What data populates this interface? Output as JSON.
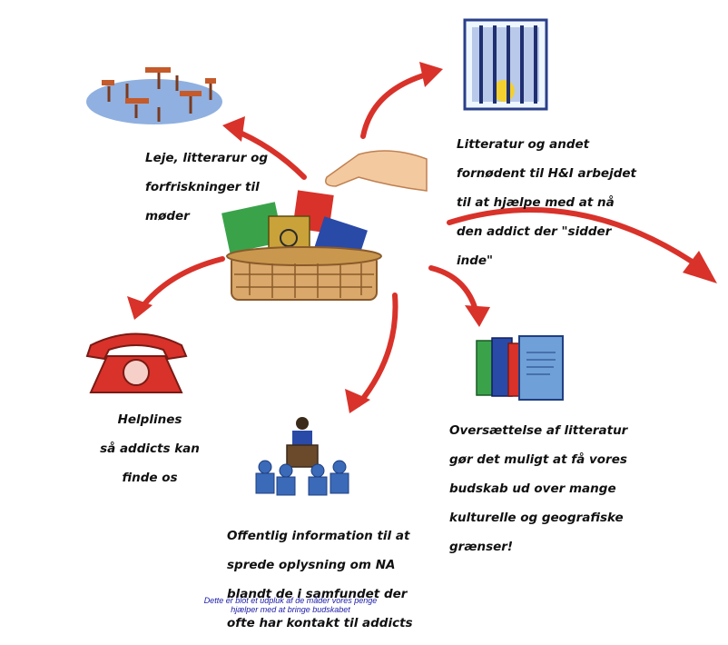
{
  "labels": {
    "meetings": [
      "Leje, litterarur og",
      "forfriskninger til",
      "møder"
    ],
    "hi": [
      "Litteratur og andet",
      "fornødent til H&I arbejdet",
      "til at hjælpe med at nå",
      "den addict der \"sidder",
      "inde\""
    ],
    "helplines": [
      "Helplines",
      "så addicts kan",
      "finde os"
    ],
    "translation": [
      "Oversættelse af litteratur",
      "gør det muligt at få vores",
      "budskab ud over mange",
      "kulturelle og geografiske",
      "grænser!"
    ],
    "public_info": [
      "Offentlig information til at",
      "sprede oplysning om NA",
      "blandt de i samfundet der",
      "ofte har kontakt til addicts"
    ]
  },
  "footer": [
    "Dette er blot et udpluk af de måder vores penge",
    "hjælper med at bringe budskabet"
  ],
  "colors": {
    "arrow": "#d8322a",
    "footer_text": "#1a1aa8",
    "basket": "#b98a4a"
  },
  "icons": [
    "meeting-tables-icon",
    "prison-window-icon",
    "money-basket-icon",
    "telephone-icon",
    "literature-books-icon",
    "speaker-podium-icon"
  ]
}
